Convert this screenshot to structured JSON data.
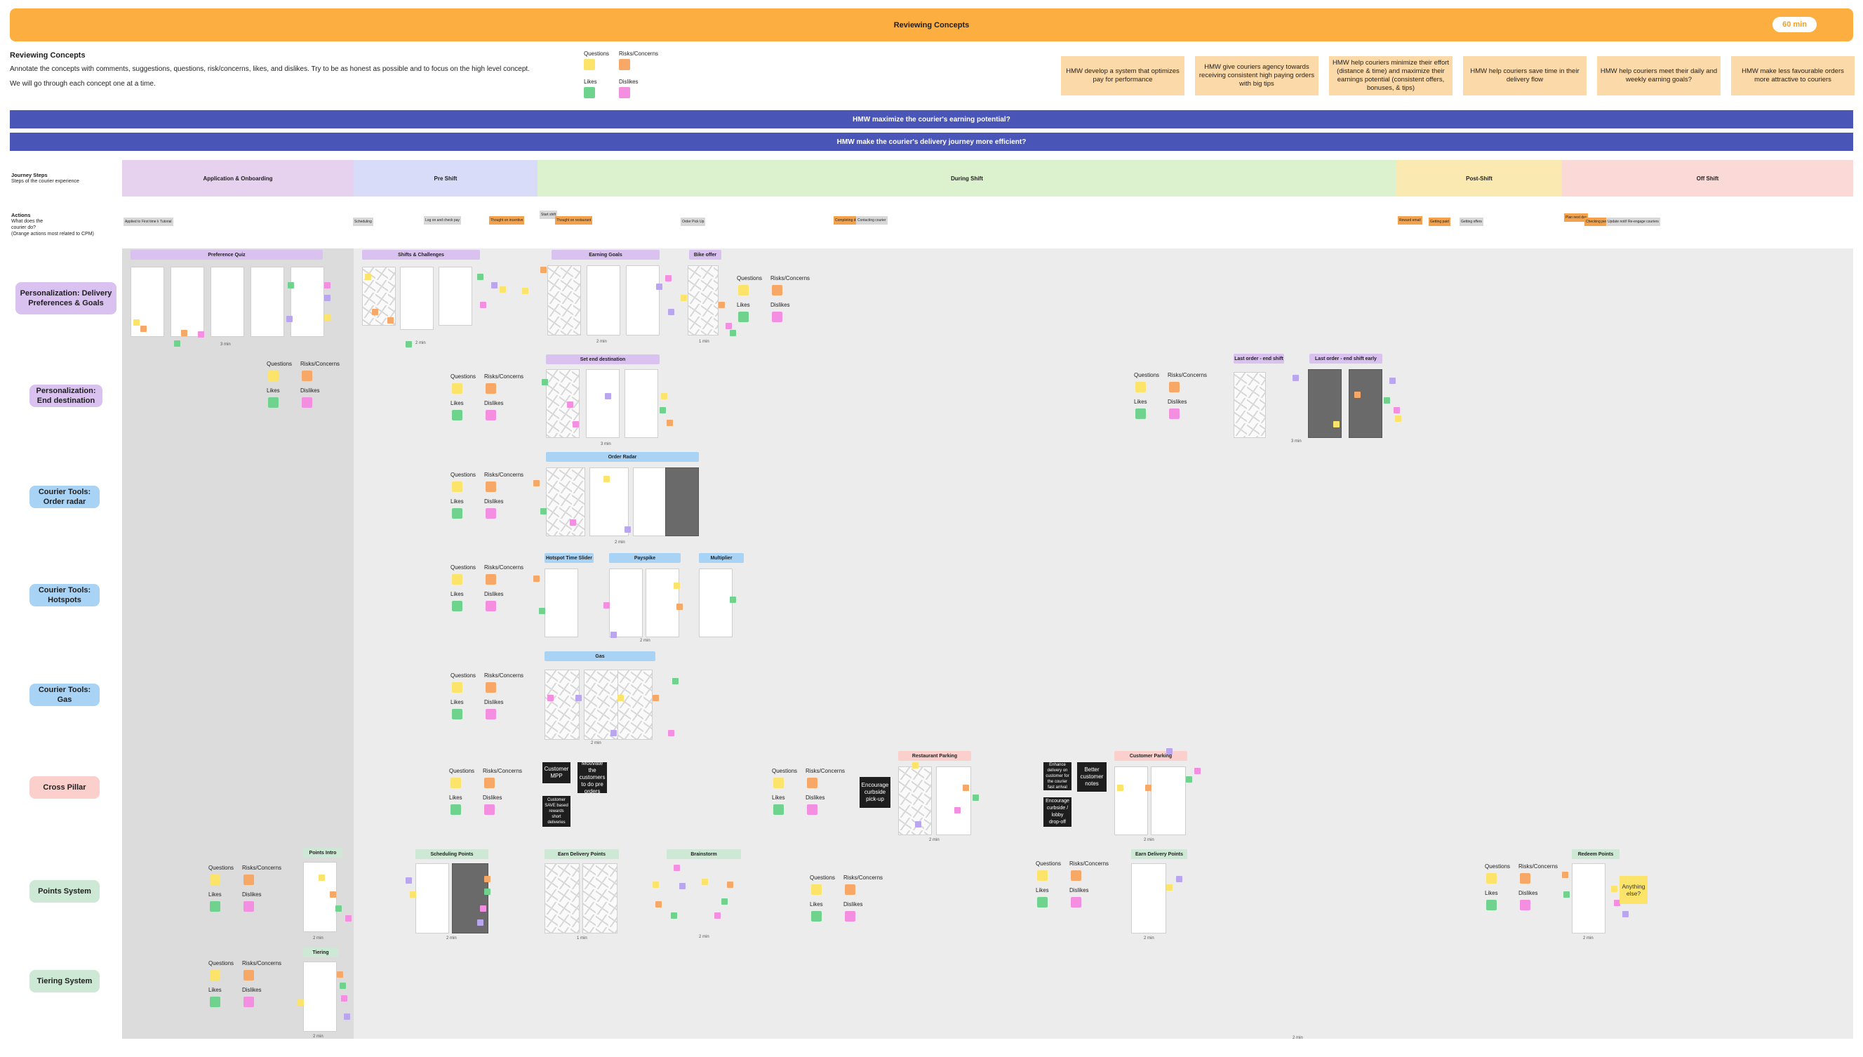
{
  "header": {
    "title": "Reviewing Concepts",
    "timer": "60 min"
  },
  "intro": {
    "heading": "Reviewing Concepts",
    "line1": "Annotate the concepts with comments, suggestions, questions, risk/concerns, likes, and dislikes. Try to be as honest as possible and to focus on the high level concept.",
    "line2": "We will go through each concept one at a time."
  },
  "legend": {
    "questions": "Questions",
    "risks": "Risks/Concerns",
    "likes": "Likes",
    "dislikes": "Dislikes"
  },
  "hmw_cards": [
    "HMW develop a system that optimizes pay for performance",
    "HMW give couriers agency towards receiving consistent high paying orders with big tips",
    "HMW help couriers minimize their effort (distance & time) and maximize their earnings potential (consistent offers, bonuses, & tips)",
    "HMW help couriers save time in their delivery flow",
    "HMW help couriers meet their daily and weekly earning goals?",
    "HMW make less favourable orders more attractive to couriers"
  ],
  "hmw_bars": [
    "HMW maximize the courier's earning potential?",
    "HMW make the courier's delivery journey more efficient?"
  ],
  "rowheads": {
    "steps_title": "Journey Steps",
    "steps_sub": "Steps of the courier experience",
    "actions_title": "Actions",
    "actions_sub1": "What does the",
    "actions_sub2": "courier do?",
    "actions_sub3": "(Orange actions most related to CPM)"
  },
  "phases": [
    "Application & Onboarding",
    "Pre Shift",
    "During Shift",
    "Post-Shift",
    "Off Shift"
  ],
  "actions": [
    {
      "t": "Applied to courier",
      "o": false
    },
    {
      "t": "First time login",
      "o": false
    },
    {
      "t": "Tutorial",
      "o": false
    },
    {
      "t": "Scheduling",
      "o": false
    },
    {
      "t": "Log on and check pay",
      "o": false
    },
    {
      "t": "Thought on incentive",
      "o": true
    },
    {
      "t": "Start shift",
      "o": false
    },
    {
      "t": "Thought on restaurant",
      "o": true
    },
    {
      "t": "Order Pick Up",
      "o": false
    },
    {
      "t": "Completing delivery",
      "o": true
    },
    {
      "t": "Contacting courier",
      "o": false
    },
    {
      "t": "Reward email",
      "o": true
    },
    {
      "t": "Getting paid",
      "o": true
    },
    {
      "t": "Getting offers",
      "o": false
    },
    {
      "t": "Plan next day",
      "o": true
    },
    {
      "t": "Checking performance",
      "o": true
    },
    {
      "t": "Update notification",
      "o": false
    },
    {
      "t": "Re-engage couriers",
      "o": false
    }
  ],
  "rows": [
    {
      "label": "Personalization: Delivery Preferences & Goals",
      "color": "#d9c2f0"
    },
    {
      "label": "Personalization: End destination",
      "color": "#d9c2f0"
    },
    {
      "label": "Courier Tools: Order radar",
      "color": "#a9d3f5"
    },
    {
      "label": "Courier Tools: Hotspots",
      "color": "#a9d3f5"
    },
    {
      "label": "Courier Tools: Gas",
      "color": "#a9d3f5"
    },
    {
      "label": "Cross Pillar",
      "color": "#fbd0cc"
    },
    {
      "label": "Points System",
      "color": "#cde8d5"
    },
    {
      "label": "Tiering System",
      "color": "#cde8d5"
    }
  ],
  "concepts": {
    "preference_quiz": "Preference Quiz",
    "shifts": "Shifts & Challenges",
    "earning_goals": "Earning Goals",
    "bike_offer": "Bike offer",
    "set_destination": "Set end destination",
    "last_order_end": "Last order - end shift",
    "last_order_early": "Last order - end shift early",
    "order_radar": "Order Radar",
    "hotspot_slider": "Hotspot Time Slider",
    "payspike": "Payspike",
    "multiplier": "Multiplier",
    "gas": "Gas",
    "restaurant_parking": "Restaurant Parking",
    "customer_parking": "Customer Parking",
    "points_intro": "Points Intro",
    "scheduling_points": "Scheduling Points",
    "earn_points_a": "Earn Delivery Points",
    "brainstorm": "Brainstorm",
    "earn_points_b": "Earn Delivery Points",
    "redeem_points": "Redeem Points",
    "tiering": "Tiering"
  },
  "black_notes": {
    "customer_mpp": "Customer MPP",
    "motivate": "Motivate the customers to do pre orders",
    "customer_rewards": "Customer SAVE based rewards short deliveries",
    "encourage_pickup": "Encourage curbside pick-up",
    "enhance": "Enhance delivery on customer for the courier fast arrival",
    "better_notes": "Better customer notes",
    "encourage_dropoff": "Encourage curbside / lobby drop-off"
  },
  "anything_else": "Anything else?",
  "durations": [
    "3 min",
    "2 min",
    "2 min",
    "1 min",
    "3 min",
    "3 min",
    "2 min",
    "2 min",
    "2 min",
    "2 min",
    "2 min",
    "2 min",
    "2 min",
    "1 min",
    "2 min",
    "2 min",
    "2 min",
    "2 min",
    "2 min"
  ]
}
